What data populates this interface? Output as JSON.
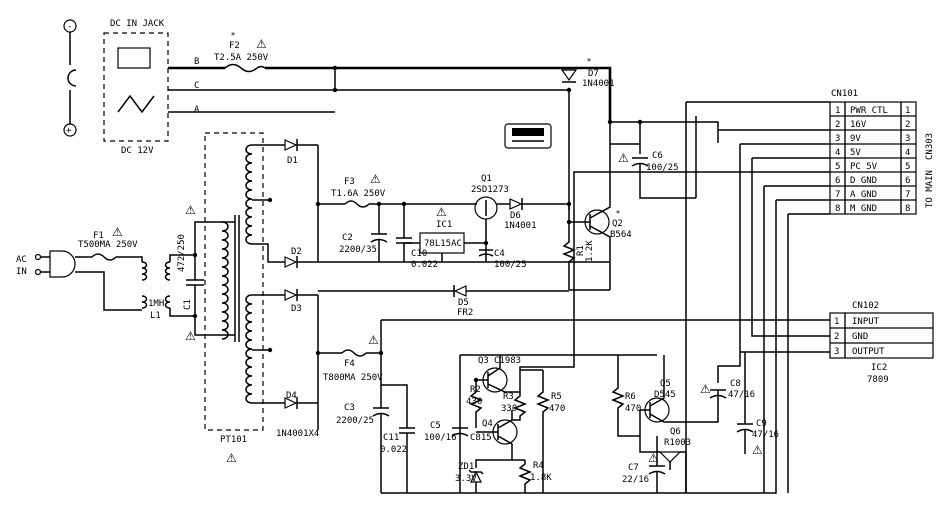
{
  "jack": {
    "title": "DC IN JACK",
    "voltage": "DC 12V",
    "minus": "-",
    "plus": "+",
    "pins": [
      "B",
      "C",
      "A"
    ]
  },
  "fuses": {
    "f2": {
      "ref": "F2",
      "rating": "T2.5A 250V"
    },
    "f3": {
      "ref": "F3",
      "rating": "T1.6A 250V"
    },
    "f1": {
      "ref": "F1",
      "rating": "T500MA 250V"
    },
    "f4": {
      "ref": "F4",
      "rating": "T800MA 250V"
    }
  },
  "ac_input": {
    "label": "AC",
    "label2": "IN"
  },
  "inductor": {
    "ref": "L1",
    "value": "1MH"
  },
  "c1": {
    "ref": "C1",
    "value": "472/250"
  },
  "transformer": {
    "ref": "PT101"
  },
  "diodes": {
    "d1": "D1",
    "d2": "D2",
    "d3": "D3",
    "d4": "D4",
    "d4_note": "1N4001X4",
    "d5": "D5",
    "d5_value": "FR2",
    "d6": "D6",
    "d6_value": "1N4001",
    "d7": "D7",
    "d7_value": "1N4001"
  },
  "caps": {
    "c2": "C2",
    "c2_value": "2200/35",
    "c3": "C3",
    "c3_value": "2200/25",
    "c4": "C4",
    "c4_value": "100/25",
    "c5": "C5",
    "c5_value": "100/16",
    "c6": "C6",
    "c6_value": "100/25",
    "c7": "C7",
    "c7_value": "22/16",
    "c8": "C8",
    "c8_value": "47/16",
    "c9": "C9",
    "c9_value": "47/16",
    "c10": "C10",
    "c10_value": "0.022",
    "c11": "C11",
    "c11_value": "0.022"
  },
  "ic1": {
    "ref": "IC1",
    "part": "78L15AC"
  },
  "ic2": {
    "ref": "IC2",
    "part": "7809"
  },
  "transistors": {
    "q1": "Q1",
    "q1_part": "2SD1273",
    "q2": "Q2",
    "q2_part": "B564",
    "q3": "Q3",
    "q3_part": "C1983",
    "q4": "Q4",
    "q4_part": "C815",
    "q5": "Q5",
    "q5_part": "D545",
    "q6": "Q6",
    "q6_part": "R1003"
  },
  "resistors": {
    "r1": "R1",
    "r1_value": "1.2K",
    "r2": "R2",
    "r2_value": "430",
    "r3": "R3",
    "r3_value": "330",
    "r4": "R4",
    "r4_value": "1.8K",
    "r5": "R5",
    "r5_value": "470",
    "r6": "R6",
    "r6_value": "470"
  },
  "zener": {
    "ref": "ZD1",
    "value": "3.3V"
  },
  "cn101": {
    "ref": "CN101",
    "side": "TO MAIN",
    "side2": "CN303",
    "pins": [
      {
        "num": "1",
        "label": "PWR CTL"
      },
      {
        "num": "2",
        "label": "16V"
      },
      {
        "num": "3",
        "label": "9V"
      },
      {
        "num": "4",
        "label": "5V"
      },
      {
        "num": "5",
        "label": "PC 5V"
      },
      {
        "num": "6",
        "label": "D GND"
      },
      {
        "num": "7",
        "label": "A GND"
      },
      {
        "num": "8",
        "label": "M GND"
      }
    ]
  },
  "cn102": {
    "ref": "CN102",
    "pins": [
      {
        "num": "1",
        "label": "INPUT"
      },
      {
        "num": "2",
        "label": "GND"
      },
      {
        "num": "3",
        "label": "OUTPUT"
      }
    ]
  },
  "marks": {
    "star": "*",
    "warning": "⚠"
  }
}
